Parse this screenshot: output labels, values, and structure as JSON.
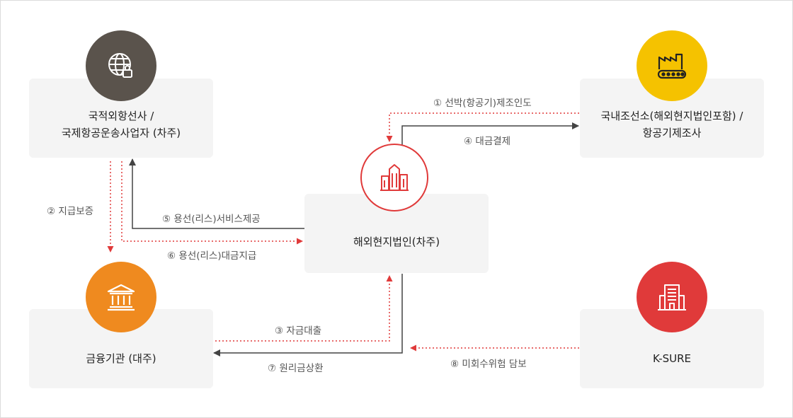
{
  "nodes": {
    "airline": {
      "line1": "국적외항선사 /",
      "line2": "국제항공운송사업자 (차주)"
    },
    "shipyard": {
      "line1": "국내조선소(해외현지법인포함) /",
      "line2": "항공기제조사"
    },
    "local_corp": {
      "label": "해외현지법인(차주)"
    },
    "bank": {
      "label": "금융기관 (대주)"
    },
    "ksure": {
      "label": "K-SURE"
    }
  },
  "edges": {
    "e1": "① 선박(항공기)제조인도",
    "e2": "② 지급보증",
    "e3": "③ 자금대출",
    "e4": "④ 대금결제",
    "e5": "⑤ 용선(리스)서비스제공",
    "e6": "⑥ 용선(리스)대금지급",
    "e7": "⑦ 원리금상환",
    "e8": "⑧ 미회수위험 담보"
  },
  "colors": {
    "airline_icon": "#5a534c",
    "shipyard_icon": "#f5c200",
    "local_corp_icon": "#e03a3a",
    "bank_icon": "#ef8a1f",
    "ksure_icon": "#e03a3a",
    "solid_arrow": "#444444",
    "dotted_arrow": "#e03a3a"
  },
  "icons": {
    "airline": "globe-lock-icon",
    "shipyard": "factory-conveyor-icon",
    "local_corp": "office-buildings-icon",
    "bank": "bank-icon",
    "ksure": "office-tower-icon"
  }
}
